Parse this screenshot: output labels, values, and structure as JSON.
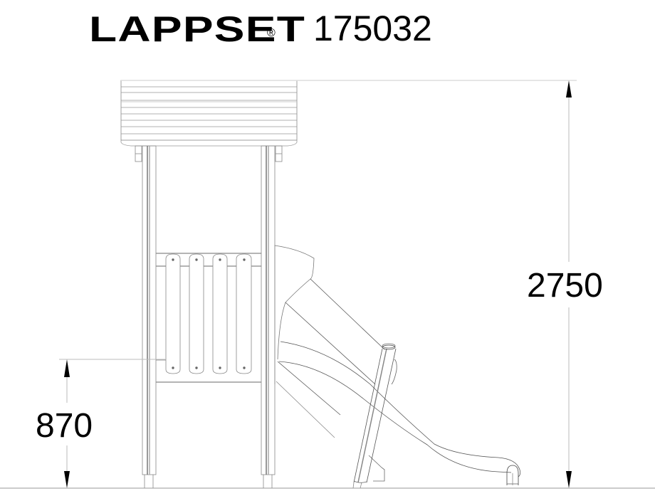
{
  "header": {
    "brand": "LAPPSET",
    "registered_mark": "®",
    "product_number": "175032"
  },
  "dimensions": {
    "total_height": {
      "value": "2750",
      "unit": "mm"
    },
    "platform_height": {
      "value": "870",
      "unit": "mm"
    }
  },
  "drawing": {
    "view": "side elevation",
    "components": [
      "roof",
      "posts",
      "panel with 4 vertical slats",
      "slide",
      "slide support post",
      "ground line"
    ],
    "line_color": "#555555",
    "ground_color": "#bbbbbb"
  }
}
